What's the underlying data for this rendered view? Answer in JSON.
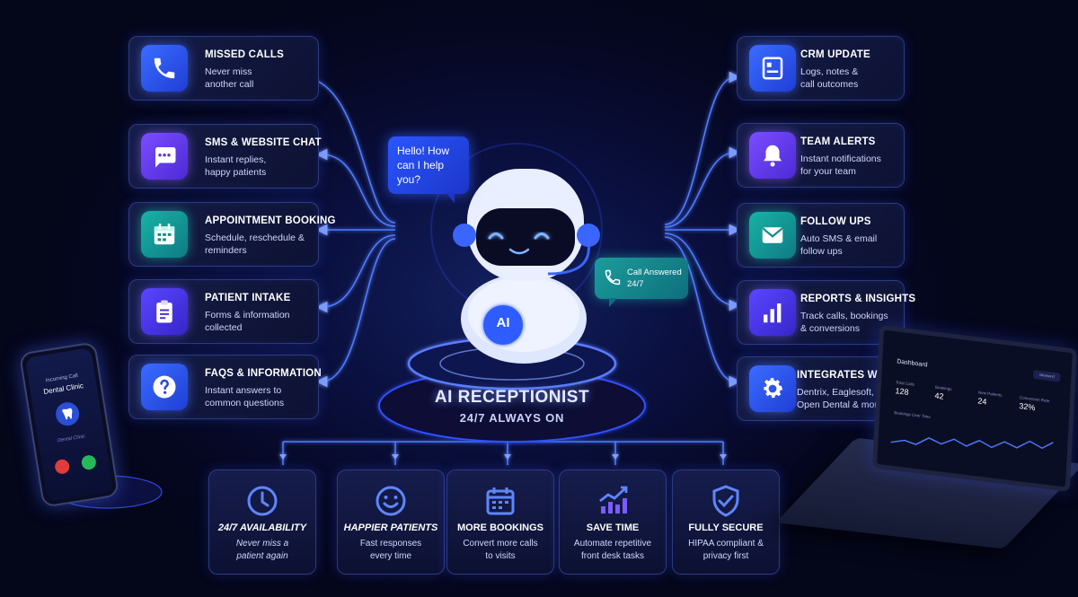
{
  "left_cards": [
    {
      "title": "MISSED CALLS",
      "desc": "Never miss another call",
      "icon": "phone-icon",
      "color": "blue"
    },
    {
      "title": "SMS & WEBSITE CHAT",
      "desc": "Instant replies, happy patients",
      "icon": "chat-icon",
      "color": "purple"
    },
    {
      "title": "APPOINTMENT BOOKING",
      "desc": "Schedule, reschedule & reminders",
      "icon": "calendar-icon",
      "color": "teal"
    },
    {
      "title": "PATIENT INTAKE",
      "desc": "Forms & information collected",
      "icon": "clipboard-icon",
      "color": "indigo"
    },
    {
      "title": "FAQS & INFORMATION",
      "desc": "Instant answers to common questions",
      "icon": "question-icon",
      "color": "blue"
    }
  ],
  "right_cards": [
    {
      "title": "CRM UPDATE",
      "desc": "Logs, notes & call outcomes",
      "icon": "crm-icon",
      "color": "blue"
    },
    {
      "title": "TEAM ALERTS",
      "desc": "Instant notifications for your team",
      "icon": "bell-icon",
      "color": "purple"
    },
    {
      "title": "FOLLOW UPS",
      "desc": "Auto SMS & email follow ups",
      "icon": "mail-icon",
      "color": "teal"
    },
    {
      "title": "REPORTS & INSIGHTS",
      "desc": "Track calls, bookings & conversions",
      "icon": "bar-chart-icon",
      "color": "indigo"
    },
    {
      "title": "INTEGRATES WITH",
      "desc": "Dentrix, Eaglesoft, Open Dental & more",
      "icon": "gear-icon",
      "color": "blue"
    }
  ],
  "bottom_cards": [
    {
      "title": "24/7 AVAILABILITY",
      "desc": "Never miss a patient again",
      "icon": "clock-icon"
    },
    {
      "title": "HAPPIER PATIENTS",
      "desc": "Fast responses every time",
      "icon": "smiley-icon"
    },
    {
      "title": "MORE BOOKINGS",
      "desc": "Convert more calls to visits",
      "icon": "calendar-icon"
    },
    {
      "title": "SAVE TIME",
      "desc": "Automate repetitive front desk tasks",
      "icon": "trend-up-icon"
    },
    {
      "title": "FULLY SECURE",
      "desc": "HIPAA compliant & privacy first",
      "icon": "shield-check-icon"
    }
  ],
  "center": {
    "greeting": "Hello! How can I help you?",
    "call_badge": "Call Answered 24/7",
    "robot_label": "AI",
    "title": "AI RECEPTIONIST",
    "subtitle": "24/7 ALWAYS ON"
  },
  "phone": {
    "status": "Incoming Call",
    "caller": "Dental Clinic",
    "brand": "Dental Clinic"
  },
  "dashboard": {
    "title": "Dashboard",
    "button": "Weekend",
    "stats": [
      {
        "label": "Total Calls",
        "value": "128"
      },
      {
        "label": "Bookings",
        "value": "42"
      },
      {
        "label": "New Patients",
        "value": "24"
      },
      {
        "label": "Conversion Rate",
        "value": "32%"
      }
    ],
    "chart_label": "Bookings Over Time"
  },
  "colors": {
    "background": "#05071a",
    "accent_blue": "#3b6cff",
    "accent_purple": "#7b4dff",
    "accent_teal": "#18b3a4",
    "wire": "#4f7bff"
  }
}
